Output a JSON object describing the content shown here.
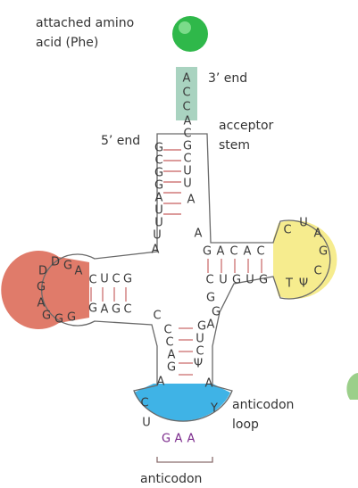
{
  "labels": {
    "amino_acid_line1": "attached amino",
    "amino_acid_line2": "acid (Phe)",
    "three_prime_end": "3’ end",
    "five_prime_end": "5’ end",
    "acceptor_stem_line1": "acceptor",
    "acceptor_stem_line2": "stem",
    "anticodon_loop_line1": "anticodon",
    "anticodon_loop_line2": "loop",
    "anticodon": "anticodon"
  },
  "colors": {
    "amino_acid_ball": "#2fb84a",
    "acceptor_tail": "#a9d3c0",
    "d_loop": "#e07b6a",
    "t_loop": "#f6ec8e",
    "anticodon_loop": "#3fb3e6",
    "base_pair": "#d07a7a",
    "anticodon_bases": "#7b2a8c"
  },
  "nucleotides": {
    "tail": [
      "A",
      "C",
      "C"
    ],
    "acceptor_3prime": [
      "A",
      "C",
      "G",
      "C",
      "U",
      "U",
      "A"
    ],
    "acceptor_5prime": [
      "G",
      "C",
      "G",
      "G",
      "A",
      "U",
      "U"
    ],
    "connector_left": [
      "U",
      "A"
    ],
    "connector_right": [
      "A"
    ],
    "d_stem_top": [
      "C",
      "U",
      "C",
      "G"
    ],
    "d_stem_bottom": [
      "G",
      "A",
      "G",
      "C"
    ],
    "d_loop": [
      "A",
      "G",
      "D",
      "D",
      "G",
      "A",
      "G",
      "G",
      "G"
    ],
    "t_stem_top": [
      "G",
      "A",
      "C",
      "A",
      "C"
    ],
    "t_stem_bottom": [
      "C",
      "U",
      "G",
      "U",
      "G"
    ],
    "t_loop": [
      "C",
      "U",
      "A",
      "G",
      "C",
      "Ψ",
      "T"
    ],
    "variable_loop": [
      "A",
      "G",
      "G"
    ],
    "junction_left": [
      "C"
    ],
    "anticodon_stem_left": [
      "C",
      "C",
      "A",
      "G"
    ],
    "anticodon_stem_right": [
      "G",
      "U",
      "C",
      "Ψ"
    ],
    "anticodon_loop_left": [
      "A",
      "C",
      "U"
    ],
    "anticodon_loop_right": [
      "A",
      "Y"
    ],
    "anticodon": [
      "G",
      "A",
      "A"
    ]
  }
}
